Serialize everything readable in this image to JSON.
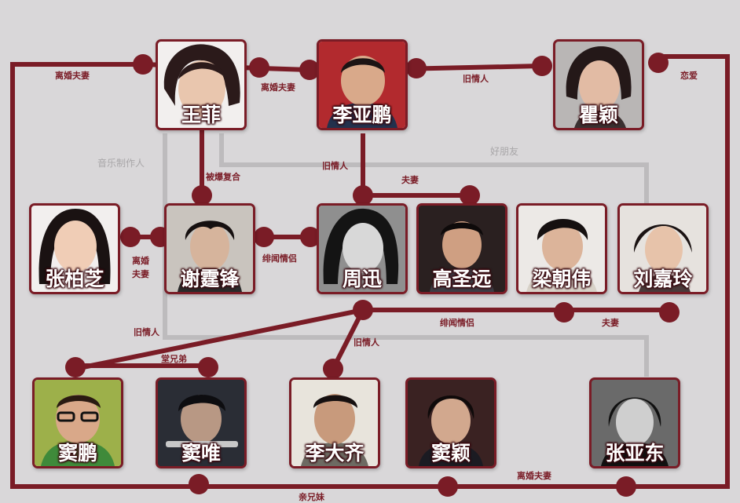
{
  "colors": {
    "line": "#7a1c26",
    "gray_line": "#bdbbbd",
    "background": "#d9d7d9"
  },
  "people": {
    "wangfei": "王菲",
    "liyapeng": "李亚鹏",
    "quying": "瞿颖",
    "zhangbozhi": "张柏芝",
    "xietingfeng": "谢霆锋",
    "zhouxun": "周迅",
    "gaoshengyuan": "高圣远",
    "liangchaowei": "梁朝伟",
    "liujialing": "刘嘉玲",
    "doupeng": "窦鹏",
    "douwei": "窦唯",
    "lidaqi": "李大齐",
    "douying": "窦颖",
    "zhangyadong": "张亚东"
  },
  "relations": {
    "lixiao_left": "离婚夫妻",
    "lixiao_wang_li": "离婚夫妻",
    "jiuqing_li_qu": "旧情人",
    "lianai": "恋爱",
    "yinyue": "音乐制作人",
    "haopengyou": "好朋友",
    "beibao": "被爆复合",
    "jiuqing_li_zhou": "旧情人",
    "fuqi_zhou_gao": "夫妻",
    "lihun_zhang_xie_1": "离婚",
    "lihun_zhang_xie_2": "夫妻",
    "feiwen_xie_zhou": "绯闻情侣",
    "jiuqing_doupeng": "旧情人",
    "feiwen_zhou_liang": "绯闻情侣",
    "fuqi_liang_liu": "夫妻",
    "jiuqing_zhou_lida": "旧情人",
    "tangxiongdi": "堂兄弟",
    "lixiao_bottom": "离婚夫妻",
    "qinxiongmei": "亲兄妹"
  }
}
